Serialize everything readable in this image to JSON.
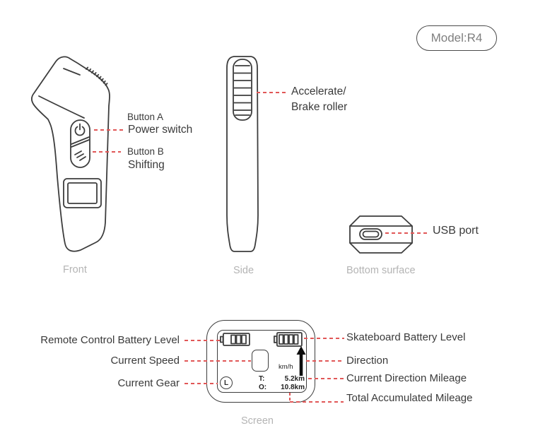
{
  "model_badge": {
    "label": "Model:R4"
  },
  "front_view": {
    "caption": "Front",
    "button_a": "Button A",
    "button_a_function": "Power switch",
    "button_b": "Button B",
    "button_b_function": "Shifting"
  },
  "side_view": {
    "caption": "Side",
    "roller_label_line1": "Accelerate/",
    "roller_label_line2": "Brake roller"
  },
  "bottom_view": {
    "caption": "Bottom surface",
    "usb_label": "USB port"
  },
  "screen_view": {
    "caption": "Screen",
    "left_labels": [
      "Remote Control Battery Level",
      "Current Speed",
      "Current Gear"
    ],
    "right_labels": [
      "Skateboard Battery Level",
      "Direction",
      "Current Direction Mileage",
      "Total Accumulated Mileage"
    ],
    "display": {
      "speed_unit": "km/h",
      "gear": "L",
      "trip_label": "T:",
      "trip_value": "5.2km",
      "odometer_label": "O:",
      "odometer_value": "10.8km"
    }
  },
  "colors": {
    "line": "#3d3d3d",
    "label_text": "#3a3a3a",
    "caption_text": "#b4b4b4",
    "dash_accent": "#e15757"
  }
}
